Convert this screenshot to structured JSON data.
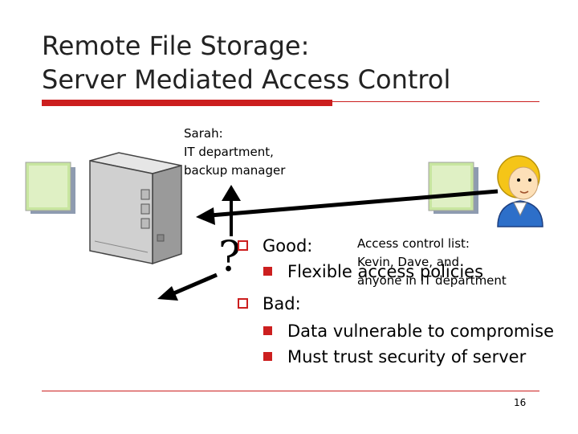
{
  "slide": {
    "title_line1": "Remote File Storage:",
    "title_line2": "Server Mediated Access Control",
    "page_number": "16"
  },
  "callouts": {
    "sarah": [
      "Sarah:",
      "IT department,",
      "backup manager"
    ],
    "acl": [
      "Access control list:",
      "Kevin, Dave, and",
      "anyone in IT department"
    ],
    "question_mark": "?"
  },
  "bullets": [
    {
      "level": 1,
      "text": "Good:"
    },
    {
      "level": 2,
      "text": "Flexible access policies"
    },
    {
      "level": 1,
      "text": "Bad:"
    },
    {
      "level": 2,
      "text": "Data vulnerable to compromise"
    },
    {
      "level": 2,
      "text": "Must trust security of server"
    }
  ],
  "icons": [
    "server-tower-icon",
    "document-icon",
    "user-avatar-icon",
    "arrow-icon"
  ],
  "colors": {
    "accent": "#cc1f1f",
    "document_fill": "#c8e6a0",
    "avatar_shirt": "#2d6fc9",
    "avatar_hair": "#f5c518"
  }
}
